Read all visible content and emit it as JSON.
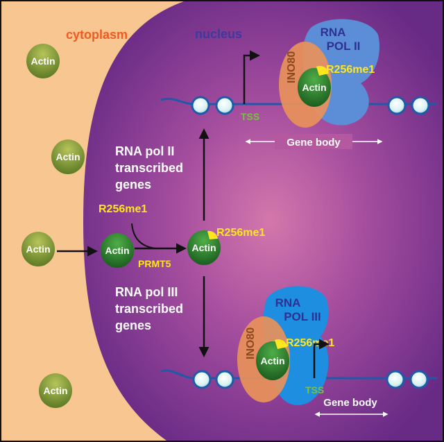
{
  "labels": {
    "cytoplasm": "cytoplasm",
    "nucleus": "nucleus",
    "actin": "Actin",
    "r256me1": "R256me1",
    "prmt5": "PRMT5",
    "tss": "TSS",
    "gene_body": "Gene body",
    "ino80": "INO80",
    "rna": "RNA",
    "pol_ii": "POL II",
    "pol_iii": "POL III",
    "pol2_line1": "RNA pol II",
    "pol2_line2": "transcribed",
    "pol2_line3": "genes",
    "pol3_line1": "RNA pol III",
    "pol3_line2": "transcribed",
    "pol3_line3": "genes"
  },
  "colors": {
    "cytoplasm_bg": "#F8C690",
    "nucleus_outer": "#6F2E8C",
    "nucleus_inner": "#CE6FA8",
    "cytoplasm_label": "#F15A22",
    "nucleus_label": "#3D3A9E",
    "methyl_label": "#FFE61E",
    "tss_label": "#7AC143",
    "actin_cyto": "#7C9A35",
    "actin_nuclear": "#2E7D32",
    "ino80": "#E8915A",
    "pol_ii": "#5B8ED6",
    "pol_iii": "#1E8FE0",
    "dna": "#1E5AA8"
  }
}
